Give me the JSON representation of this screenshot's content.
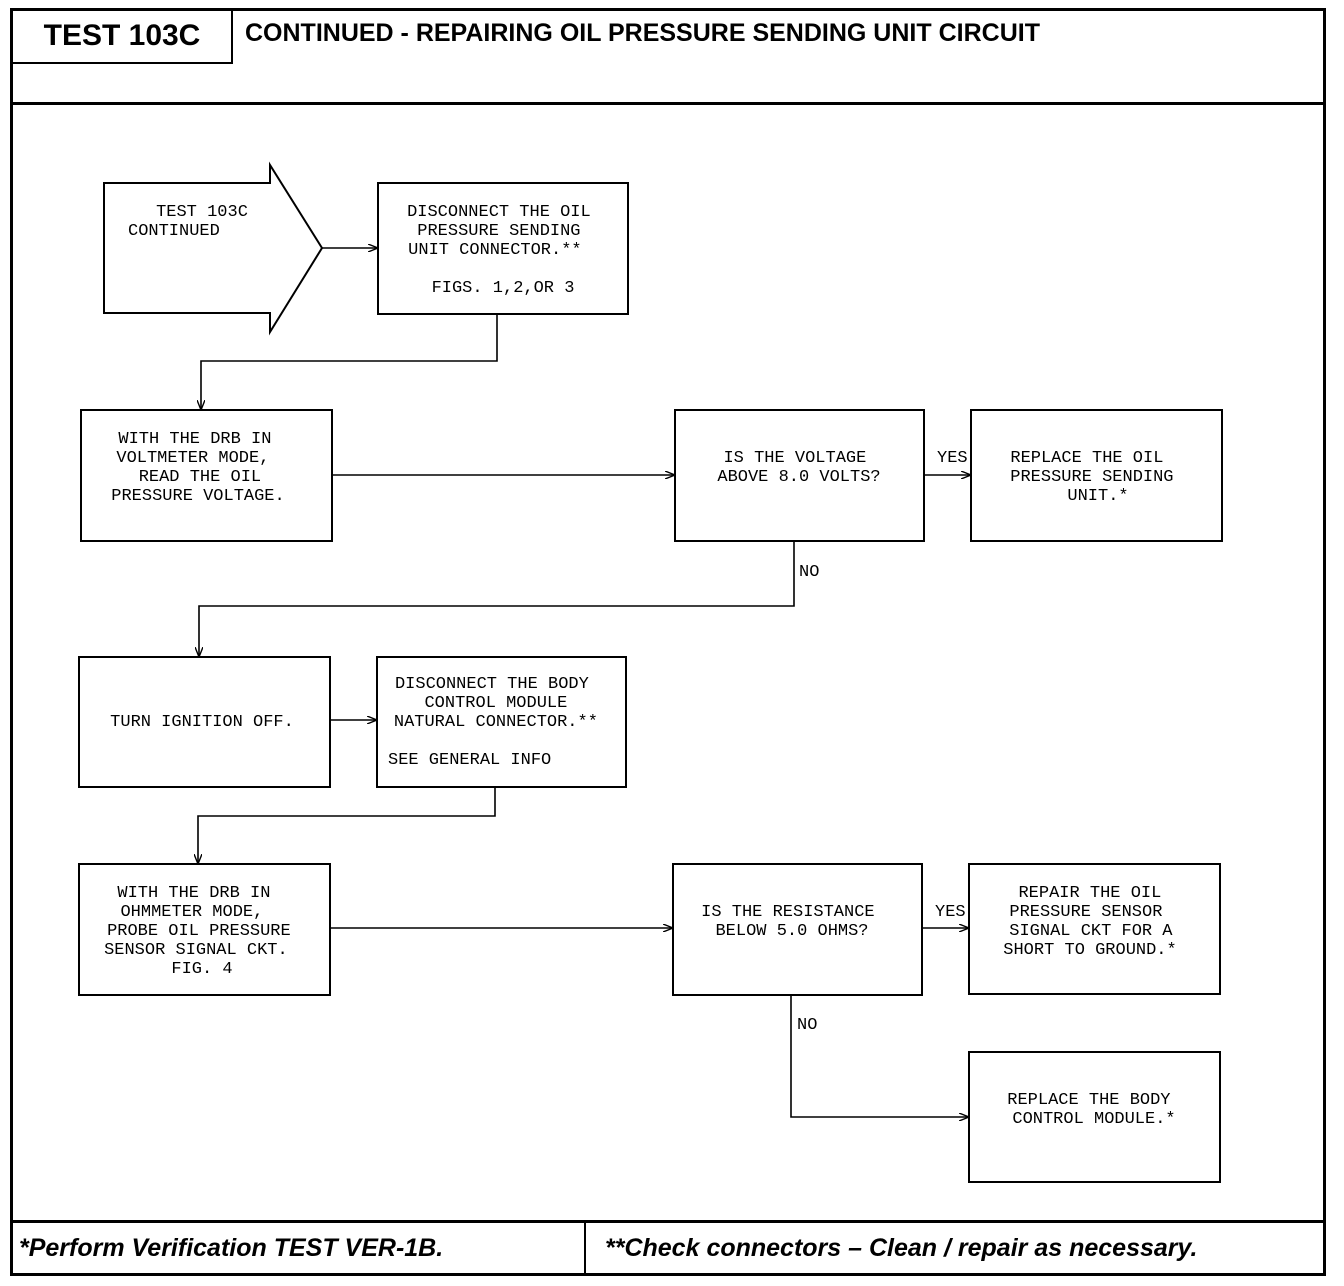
{
  "header": {
    "test_id": "TEST 103C",
    "title": "CONTINUED -  REPAIRING OIL PRESSURE SENDING UNIT CIRCUIT"
  },
  "flowchart": {
    "start": {
      "lines": [
        "TEST 103C",
        "CONTINUED"
      ]
    },
    "disconnect_sending_unit": {
      "lines": [
        "DISCONNECT THE OIL",
        "PRESSURE SENDING",
        "UNIT CONNECTOR.**",
        "FIGS. 1,2,OR 3"
      ]
    },
    "read_voltage": {
      "lines": [
        "WITH THE DRB IN",
        "VOLTMETER MODE,",
        "READ THE OIL",
        "PRESSURE VOLTAGE."
      ]
    },
    "voltage_decision": {
      "lines": [
        "IS THE VOLTAGE",
        "ABOVE 8.0 VOLTS?"
      ]
    },
    "replace_sending_unit": {
      "lines": [
        "REPLACE THE OIL",
        "PRESSURE SENDING",
        "UNIT.*"
      ]
    },
    "turn_ignition_off": {
      "lines": [
        "TURN IGNITION OFF."
      ]
    },
    "disconnect_bcm": {
      "lines": [
        "DISCONNECT THE BODY",
        "CONTROL MODULE",
        "NATURAL CONNECTOR.**",
        "SEE GENERAL INFO"
      ]
    },
    "probe_signal": {
      "lines": [
        "WITH THE DRB IN",
        "OHMMETER MODE,",
        "PROBE OIL PRESSURE",
        "SENSOR SIGNAL CKT.",
        "FIG. 4"
      ]
    },
    "resistance_decision": {
      "lines": [
        "IS THE RESISTANCE",
        "BELOW 5.0 OHMS?"
      ]
    },
    "repair_short": {
      "lines": [
        "REPAIR THE OIL",
        "PRESSURE SENSOR",
        "SIGNAL CKT FOR A",
        "SHORT TO GROUND.*"
      ]
    },
    "replace_bcm": {
      "lines": [
        "REPLACE THE BODY",
        "CONTROL MODULE.*"
      ]
    },
    "labels": {
      "yes": "YES",
      "no": "NO"
    }
  },
  "footer": {
    "left": "*Perform Verification TEST VER-1B.",
    "right": "**Check connectors – Clean / repair as necessary."
  }
}
